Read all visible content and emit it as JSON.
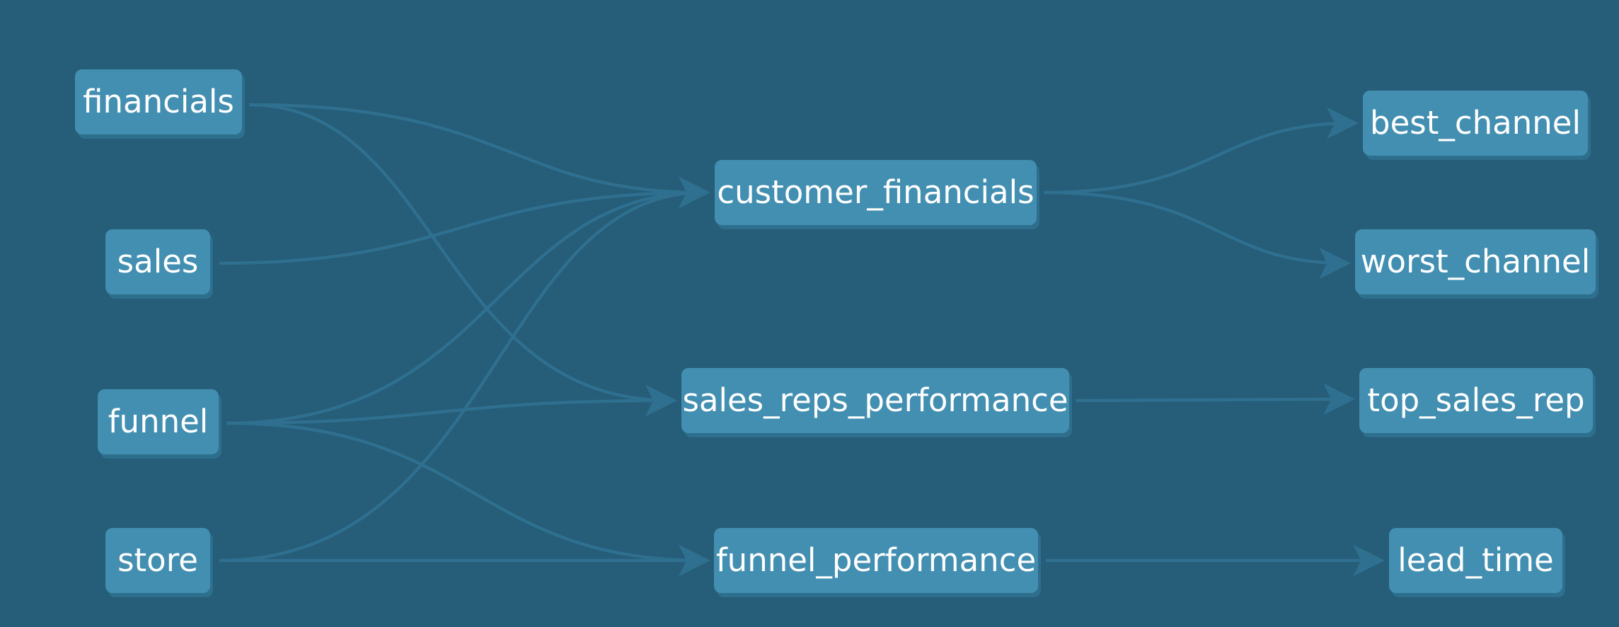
{
  "diagram": {
    "background_color": "#265d78",
    "node_color": "#438fb1",
    "edge_color": "#2f6f8f",
    "nodes": [
      {
        "id": "financials",
        "label": "financials"
      },
      {
        "id": "sales",
        "label": "sales"
      },
      {
        "id": "funnel",
        "label": "funnel"
      },
      {
        "id": "store",
        "label": "store"
      },
      {
        "id": "customer_financials",
        "label": "customer_financials"
      },
      {
        "id": "sales_reps_performance",
        "label": "sales_reps_performance"
      },
      {
        "id": "funnel_performance",
        "label": "funnel_performance"
      },
      {
        "id": "best_channel",
        "label": "best_channel"
      },
      {
        "id": "worst_channel",
        "label": "worst_channel"
      },
      {
        "id": "top_sales_rep",
        "label": "top_sales_rep"
      },
      {
        "id": "lead_time",
        "label": "lead_time"
      }
    ],
    "edges": [
      {
        "from": "financials",
        "to": "customer_financials"
      },
      {
        "from": "sales",
        "to": "customer_financials"
      },
      {
        "from": "funnel",
        "to": "customer_financials"
      },
      {
        "from": "store",
        "to": "customer_financials"
      },
      {
        "from": "financials",
        "to": "sales_reps_performance"
      },
      {
        "from": "funnel",
        "to": "sales_reps_performance"
      },
      {
        "from": "funnel",
        "to": "funnel_performance"
      },
      {
        "from": "store",
        "to": "funnel_performance"
      },
      {
        "from": "customer_financials",
        "to": "best_channel"
      },
      {
        "from": "customer_financials",
        "to": "worst_channel"
      },
      {
        "from": "sales_reps_performance",
        "to": "top_sales_rep"
      },
      {
        "from": "funnel_performance",
        "to": "lead_time"
      }
    ]
  }
}
